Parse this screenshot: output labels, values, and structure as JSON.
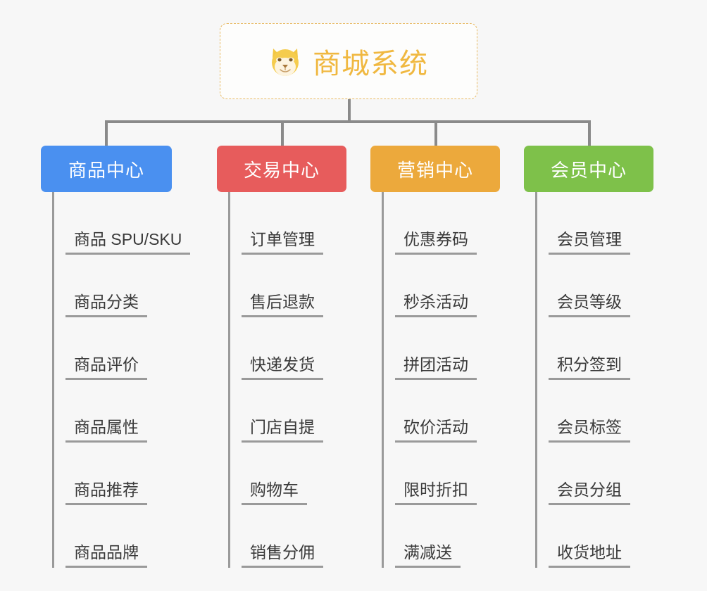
{
  "page": {
    "background_color": "#f7f7f7",
    "line_color": "#9a9a9a"
  },
  "root": {
    "title": "商城系统",
    "icon": "dog-face-emoji",
    "icon_glyph": "🐶",
    "text_color": "#f0b840",
    "border_color": "#e8b960",
    "background_color": "#fdfdfc"
  },
  "columns": [
    {
      "id": "product-center",
      "title": "商品中心",
      "color": "#4a90f0",
      "items": [
        "商品 SPU/SKU",
        "商品分类",
        "商品评价",
        "商品属性",
        "商品推荐",
        "商品品牌"
      ]
    },
    {
      "id": "trade-center",
      "title": "交易中心",
      "color": "#e75c5c",
      "items": [
        "订单管理",
        "售后退款",
        "快递发货",
        "门店自提",
        "购物车",
        "销售分佣"
      ]
    },
    {
      "id": "marketing-center",
      "title": "营销中心",
      "color": "#eca93c",
      "items": [
        "优惠券码",
        "秒杀活动",
        "拼团活动",
        "砍价活动",
        "限时折扣",
        "满减送"
      ]
    },
    {
      "id": "member-center",
      "title": "会员中心",
      "color": "#7ec14a",
      "items": [
        "会员管理",
        "会员等级",
        "积分签到",
        "会员标签",
        "会员分组",
        "收货地址"
      ]
    }
  ]
}
